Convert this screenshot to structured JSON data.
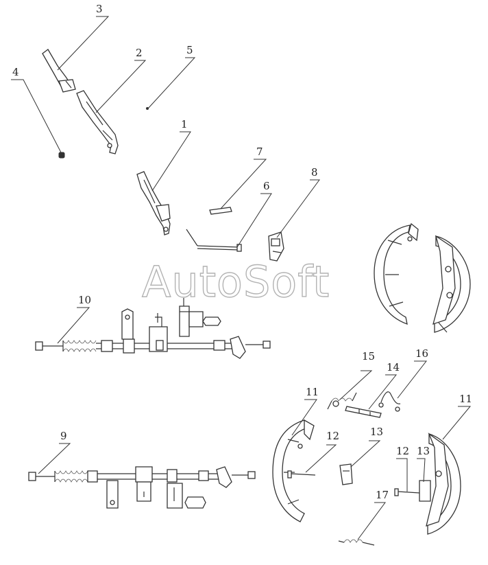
{
  "watermark": "AutoSoft",
  "callouts": [
    "1",
    "2",
    "3",
    "4",
    "5",
    "6",
    "7",
    "8",
    "9",
    "10",
    "11",
    "11",
    "12",
    "12",
    "13",
    "13",
    "14",
    "15",
    "16",
    "17"
  ],
  "colors": {
    "line": "#333333",
    "watermark_stroke": "#b3b3b3",
    "background": "#ffffff"
  }
}
